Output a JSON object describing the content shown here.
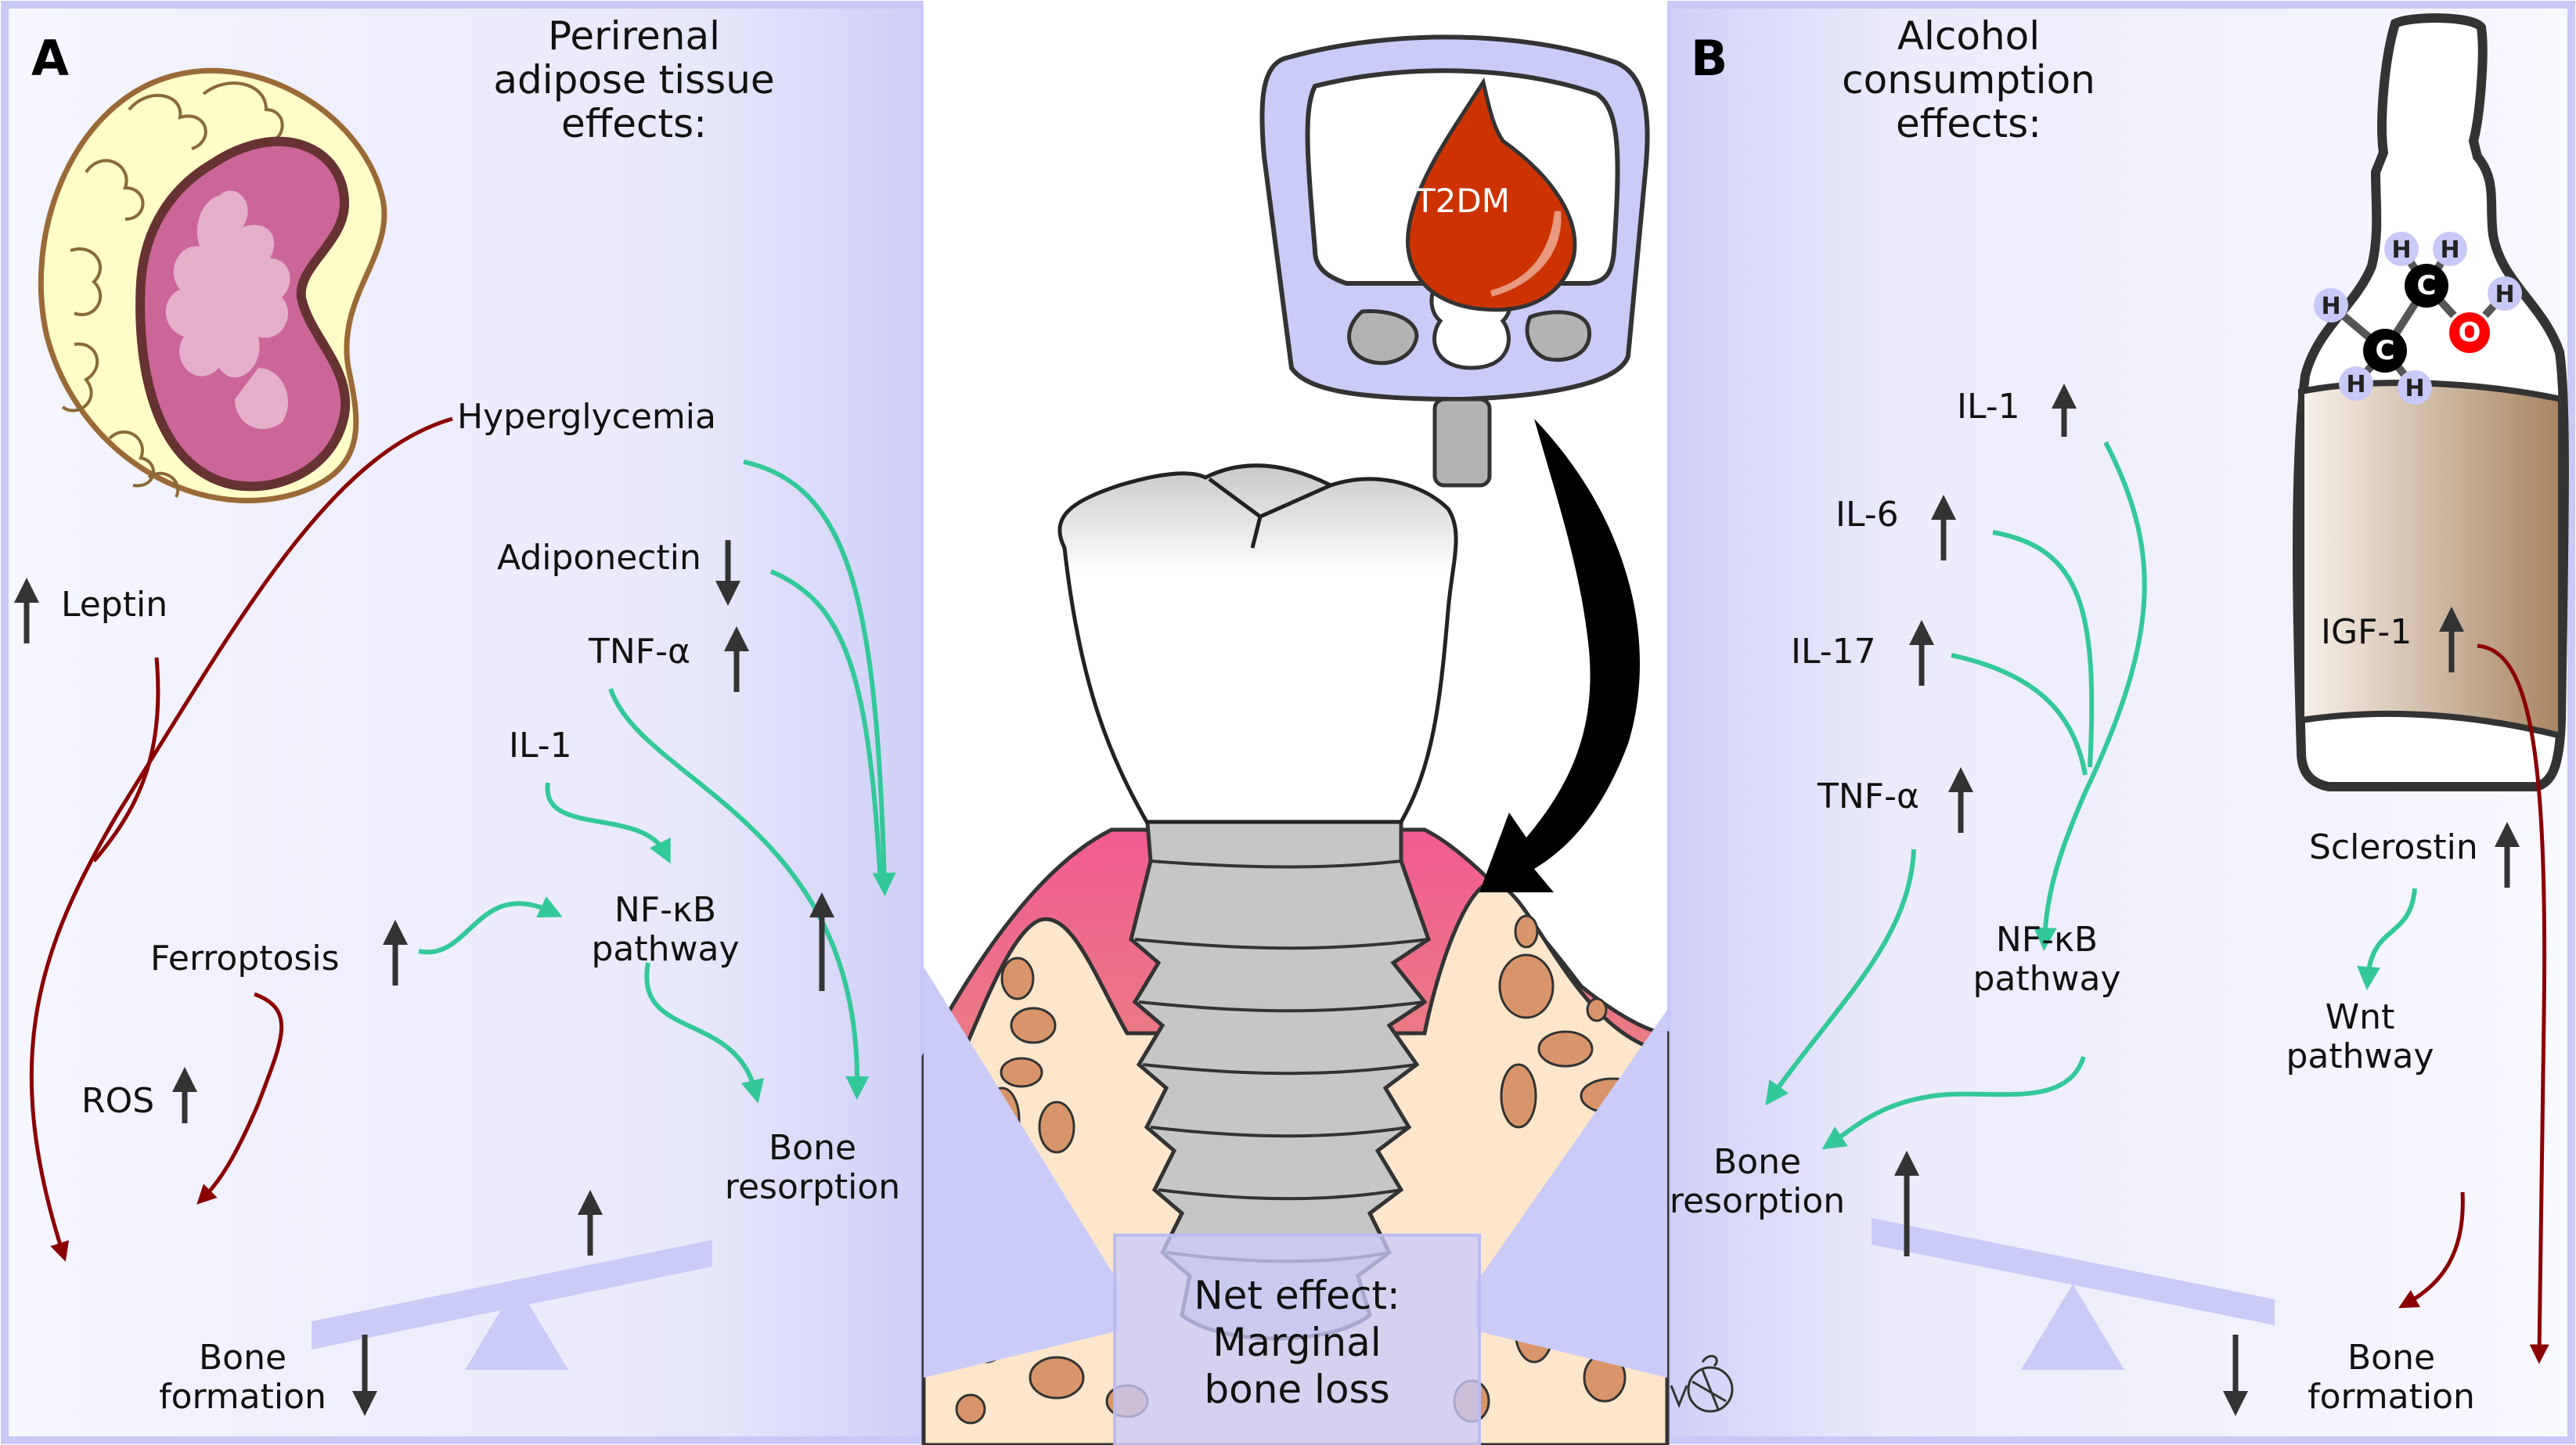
{
  "panel_a": {
    "letter": "A",
    "title_lines": [
      "Perirenal",
      "adipose tissue",
      "effects:"
    ],
    "labels": {
      "hyperglycemia": "Hyperglycemia",
      "leptin": "Leptin",
      "adiponectin": "Adiponectin",
      "tnf_alpha": "TNF-α",
      "il1": "IL-1",
      "nfkb": [
        "NF-κB",
        "pathway"
      ],
      "ferroptosis": "Ferroptosis",
      "ros": "ROS",
      "bone_resorption": [
        "Bone",
        "resorption"
      ],
      "bone_formation": [
        "Bone",
        "formation"
      ]
    },
    "indicators": {
      "leptin": "up",
      "adiponectin": "down",
      "tnf_alpha": "up",
      "ferroptosis": "up",
      "nfkb": "up",
      "ros": "up",
      "bone_resorption": "up",
      "bone_formation": "down"
    }
  },
  "center": {
    "meter_label": "T2DM",
    "net_effect_lines": [
      "Net effect:",
      "Marginal",
      "bone loss"
    ]
  },
  "panel_b": {
    "letter": "B",
    "title_lines": [
      "Alcohol",
      "consumption",
      "effects:"
    ],
    "labels": {
      "il1": "IL-1",
      "il6": "IL-6",
      "il17": "IL-17",
      "tnf_alpha": "TNF-α",
      "nfkb": [
        "NF-κB",
        "pathway"
      ],
      "igf1": "IGF-1",
      "sclerostin": "Sclerostin",
      "wnt": [
        "Wnt",
        "pathway"
      ],
      "bone_resorption": [
        "Bone",
        "resorption"
      ],
      "bone_formation": [
        "Bone",
        "formation"
      ]
    },
    "indicators": {
      "il1": "up",
      "il6": "up",
      "il17": "up",
      "tnf_alpha": "up",
      "igf1": "up",
      "sclerostin": "up",
      "bone_resorption": "up",
      "bone_formation": "down"
    },
    "molecule_atoms": {
      "carbon": "C",
      "oxygen": "O",
      "hydrogen": "H"
    }
  },
  "colors": {
    "panel_bg": "#ededfc",
    "panel_edge": "#c9c9f7",
    "teal_arrow": "#33c89a",
    "red_arrow": "#8b0000",
    "dark_arrow": "#333333",
    "blood": "#cc3300",
    "gum": "#f0588c",
    "bone": "#fde6cc",
    "marrow": "#d9956a"
  }
}
